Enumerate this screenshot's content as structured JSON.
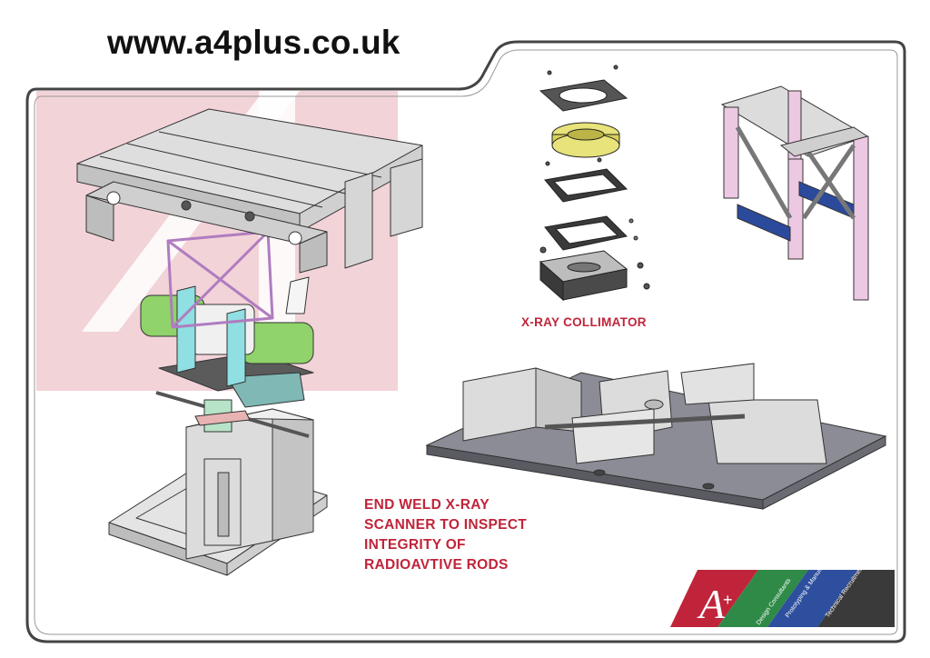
{
  "header": {
    "url": "www.a4plus.co.uk"
  },
  "captions": {
    "collimator": "X-RAY COLLIMATOR",
    "scanner_lines": [
      "END WELD X-RAY",
      "SCANNER TO INSPECT",
      "INTEGRITY OF",
      "RADIOAVTIVE RODS"
    ]
  },
  "logo": {
    "mark": "A",
    "plus": "+",
    "registered": "®",
    "bands": [
      "Design Consultants",
      "Prototyping & Manufacture",
      "Technical Recruitment"
    ],
    "colors": {
      "red": "#c0243a",
      "green": "#2f8a47",
      "blue": "#2d4f9e",
      "grey": "#3a3a3a"
    }
  },
  "colors": {
    "accent": "#c0243a",
    "frame": "#333333",
    "watermark": "#f2d3d8"
  }
}
